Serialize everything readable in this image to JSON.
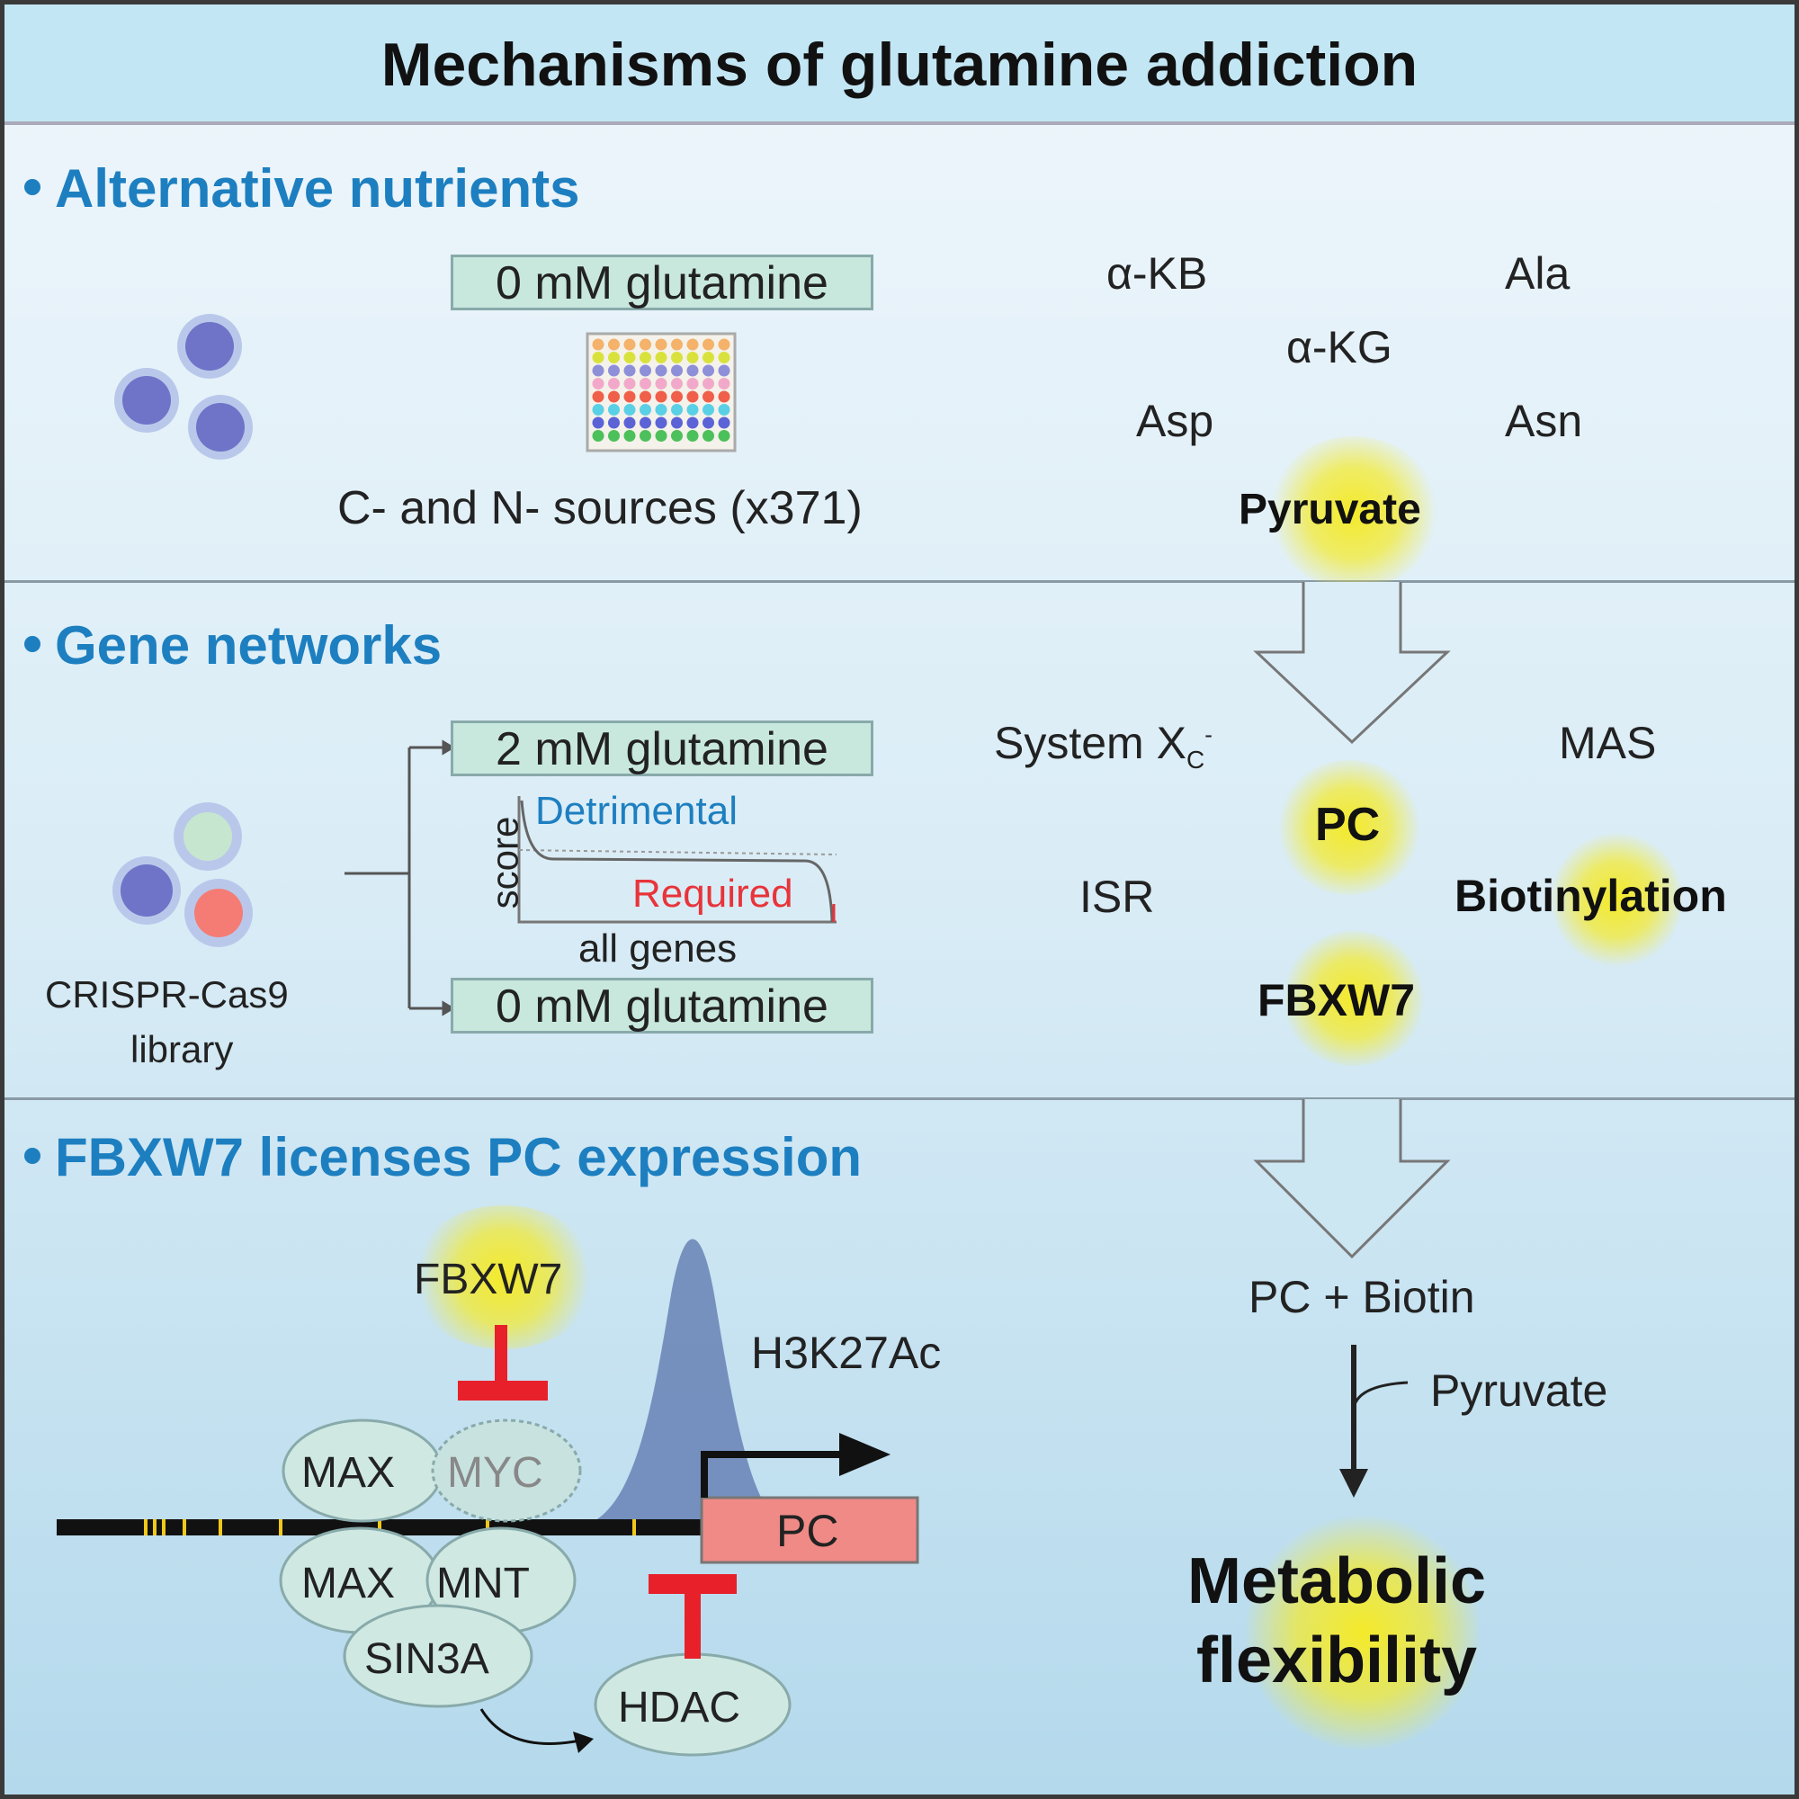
{
  "title": "Mechanisms of glutamine addiction",
  "sections": [
    {
      "title": "Alternative nutrients"
    },
    {
      "title": "Gene networks"
    },
    {
      "title": "FBXW7 licenses PC expression"
    }
  ],
  "nutrients": {
    "condition_box": "0 mM glutamine",
    "sources_label": "C- and N- sources (x371)",
    "metabolites": [
      "α-KB",
      "Ala",
      "α-KG",
      "Asp",
      "Asn"
    ],
    "highlight": "Pyruvate",
    "plate_row_colors": [
      "#f4b26a",
      "#d9e23c",
      "#8d8fd9",
      "#f2a9c9",
      "#ef5f4a",
      "#5ad0e6",
      "#5b63d6",
      "#4cc05a"
    ]
  },
  "genes": {
    "library_label_line1": "CRISPR-Cas9",
    "library_label_line2": "library",
    "condition_top": "2 mM glutamine",
    "condition_bottom": "0 mM glutamine",
    "plot_ylabel": "score",
    "plot_xlabel": "all genes",
    "detrimental": "Detrimental",
    "required": "Required",
    "hits_plain": [
      "System X",
      "MAS",
      "ISR"
    ],
    "system_subscript": "C",
    "system_superscript": "-",
    "hits_highlight": [
      "PC",
      "Biotinylation",
      "FBXW7"
    ]
  },
  "fbxw7": {
    "regulator": "FBXW7",
    "mark": "H3K27Ac",
    "proteins_top": [
      "MAX",
      "MYC"
    ],
    "proteins_bottom": [
      "MAX",
      "MNT",
      "SIN3A"
    ],
    "hdac": "HDAC",
    "gene": "PC"
  },
  "outcome": {
    "combo": "PC + Biotin",
    "substrate": "Pyruvate",
    "result_line1": "Metabolic",
    "result_line2": "flexibility"
  },
  "colors": {
    "section_blue": "#1d7fc0",
    "inhibit_red": "#e8202a",
    "highlight_yellow": "#f4ea2a",
    "box_green": "#c8e8dd",
    "pc_gene_box": "#f08a86",
    "peak_blue": "#6d87b8",
    "required_red": "#e8343a"
  }
}
